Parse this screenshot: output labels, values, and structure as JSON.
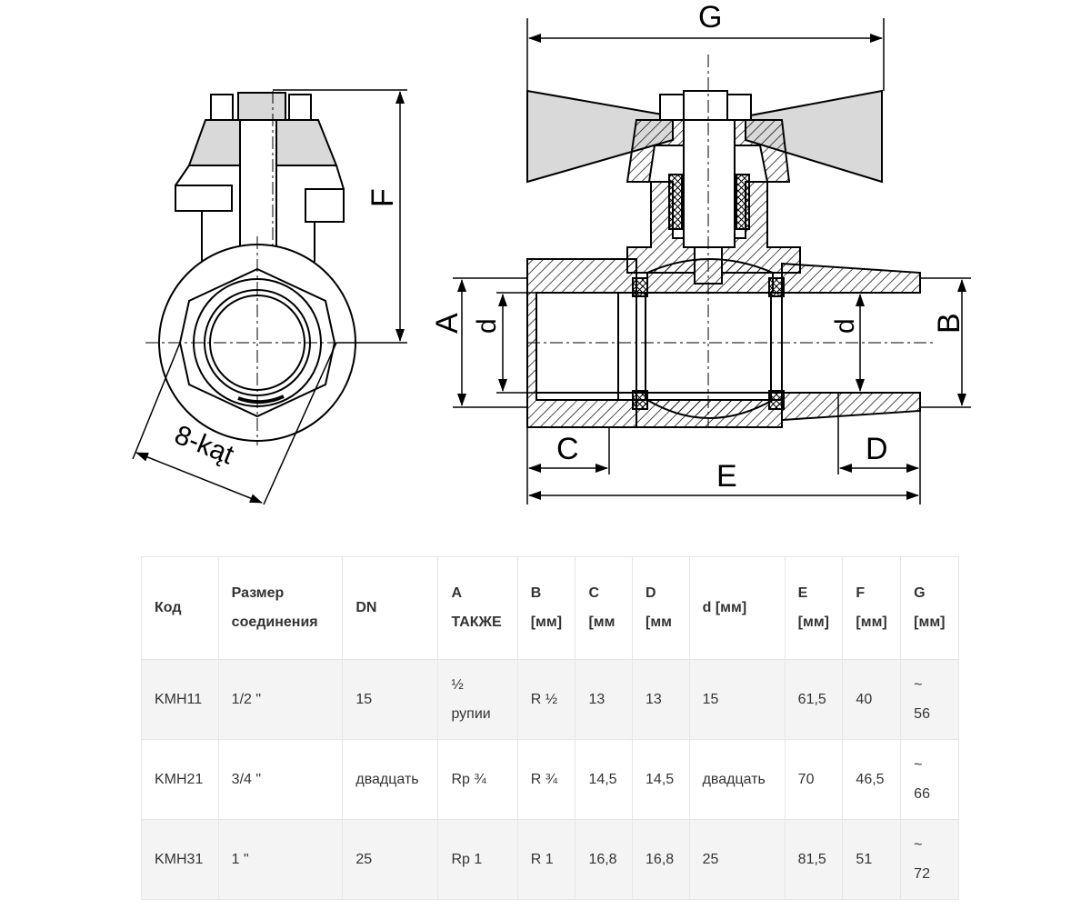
{
  "diagram": {
    "labels": {
      "G": "G",
      "F": "F",
      "A": "A",
      "d_left": "d",
      "d_right": "d",
      "B": "B",
      "C": "C",
      "D": "D",
      "E": "E",
      "hex": "8-kąt"
    }
  },
  "table": {
    "headers": [
      "Код",
      "Размер\nсоединения",
      "DN",
      "A\nТАКЖЕ",
      "B\n[мм]",
      "C\n[мм",
      "D\n[мм",
      "d [мм]",
      "E\n[мм]",
      "F\n[мм]",
      "G\n[мм]"
    ],
    "rows": [
      [
        "KMH11",
        "1/2 \"",
        "15",
        "½\nрупии",
        "R ½",
        "13",
        "13",
        "15",
        "61,5",
        "40",
        "~\n56"
      ],
      [
        "KMH21",
        "3/4 \"",
        "двадцать",
        "Rp ¾",
        "R ¾",
        "14,5",
        "14,5",
        "двадцать",
        "70",
        "46,5",
        "~\n66"
      ],
      [
        "KMH31",
        "1 \"",
        "25",
        "Rp 1",
        "R 1",
        "16,8",
        "16,8",
        "25",
        "81,5",
        "51",
        "~\n72"
      ]
    ]
  }
}
